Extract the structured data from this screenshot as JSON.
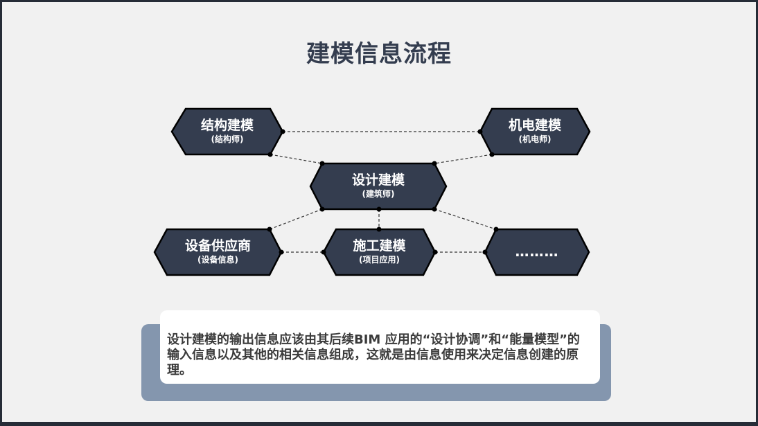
{
  "title": "建模信息流程",
  "colors": {
    "background": "#f1f1f1",
    "frame": "#262c37",
    "node_fill": "#343d4f",
    "node_stroke": "#000000",
    "title_text": "#343d4f",
    "note_back": "#8496ae",
    "note_front": "#ffffff",
    "note_text": "#3b3b3b"
  },
  "nodes": [
    {
      "id": "structural",
      "main": "结构建模",
      "sub": "(结构师)"
    },
    {
      "id": "mep",
      "main": "机电建模",
      "sub": "(机电师)"
    },
    {
      "id": "design",
      "main": "设计建模",
      "sub": "(建筑师)"
    },
    {
      "id": "supplier",
      "main": "设备供应商",
      "sub": "(设备信息)"
    },
    {
      "id": "construction",
      "main": "施工建模",
      "sub": "(项目应用)"
    },
    {
      "id": "more",
      "main": "………",
      "sub": ""
    }
  ],
  "connections": [
    [
      "structural",
      "mep"
    ],
    [
      "structural",
      "design"
    ],
    [
      "mep",
      "design"
    ],
    [
      "design",
      "supplier"
    ],
    [
      "design",
      "construction"
    ],
    [
      "design",
      "more"
    ],
    [
      "supplier",
      "construction"
    ],
    [
      "construction",
      "more"
    ]
  ],
  "note": {
    "text": "设计建模的输出信息应该由其后续BIM 应用的“设计协调”和“能量模型”的输入信息以及其他的相关信息组成，这就是由信息使用来决定信息创建的原理。"
  }
}
